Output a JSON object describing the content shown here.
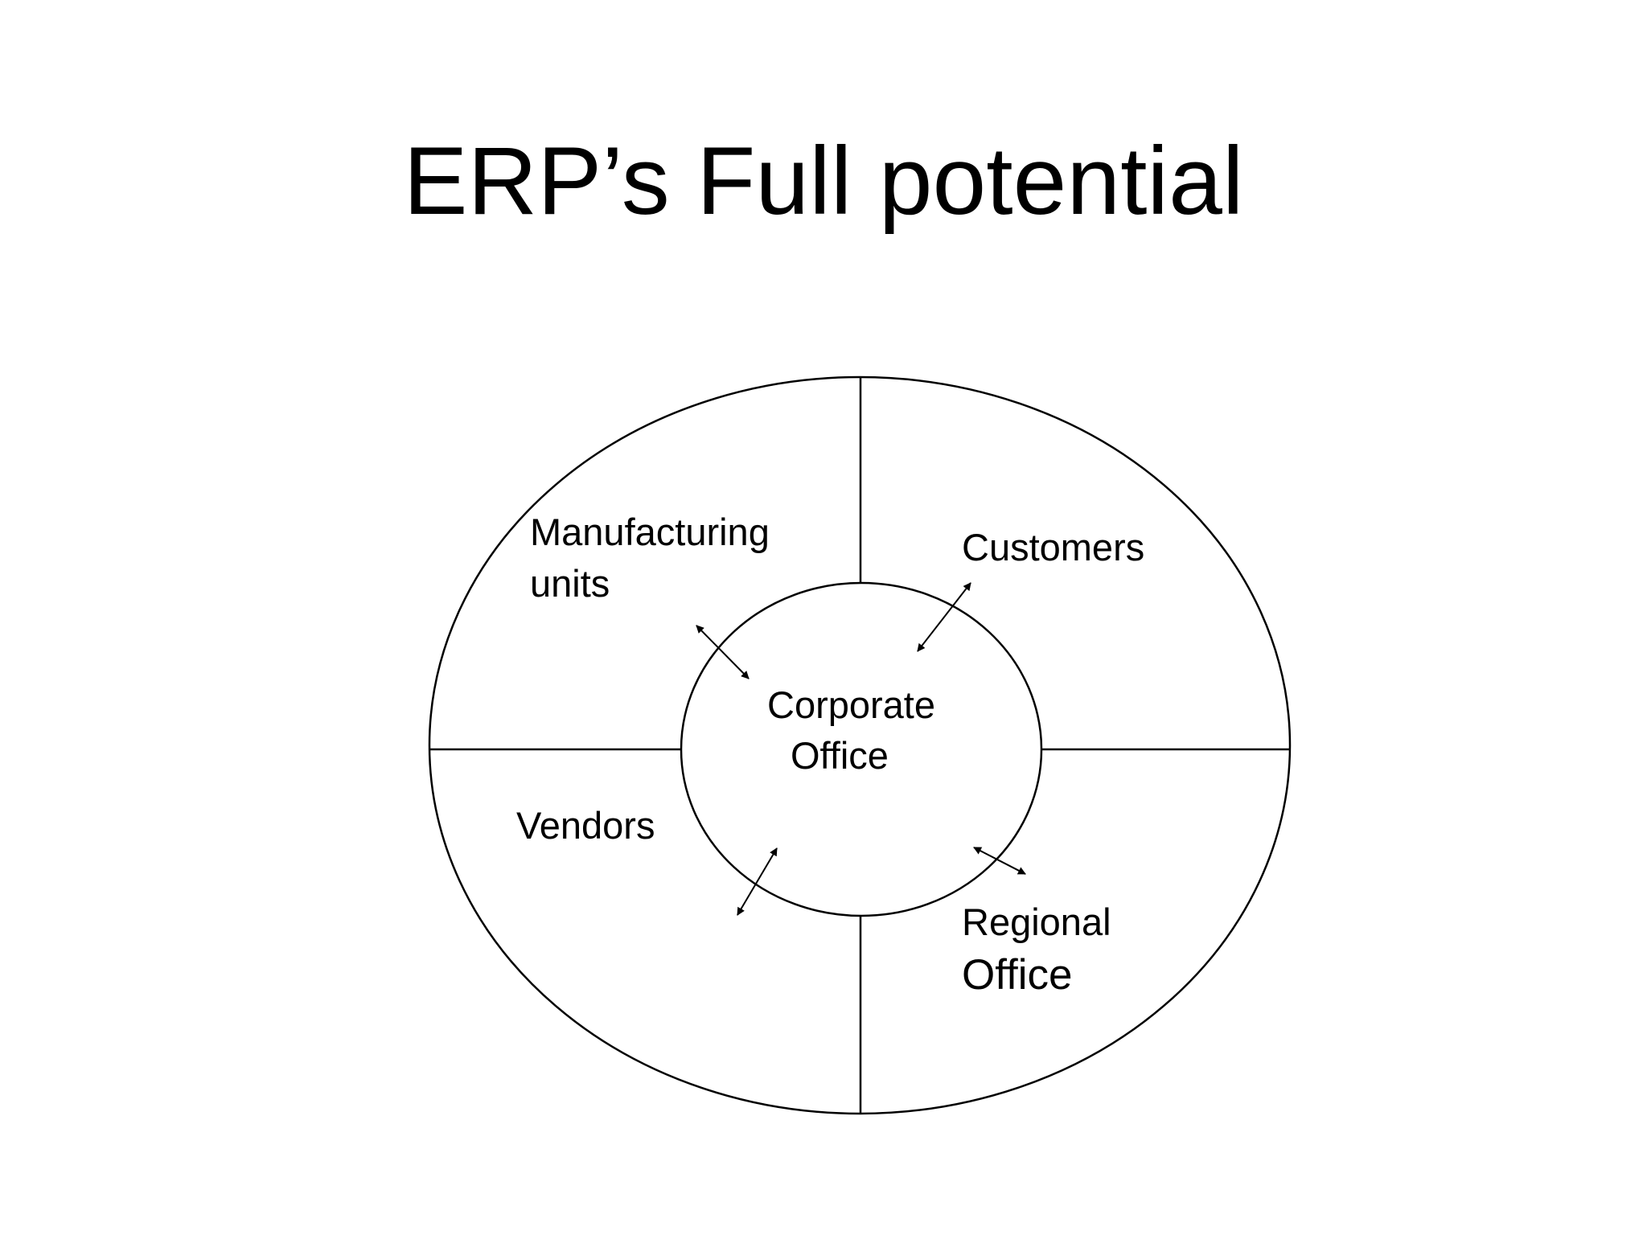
{
  "slide": {
    "title": "ERP’s Full potential"
  },
  "diagram": {
    "center_label_line1": "Corporate",
    "center_label_line2": "Office",
    "quadrants": {
      "top_left": {
        "line1": "Manufacturing",
        "line2": "units"
      },
      "top_right": {
        "line1": "Customers"
      },
      "bottom_left": {
        "line1": "Vendors"
      },
      "bottom_right": {
        "line1": "Regional",
        "line2": "Office"
      }
    },
    "line_color": "#000000"
  }
}
